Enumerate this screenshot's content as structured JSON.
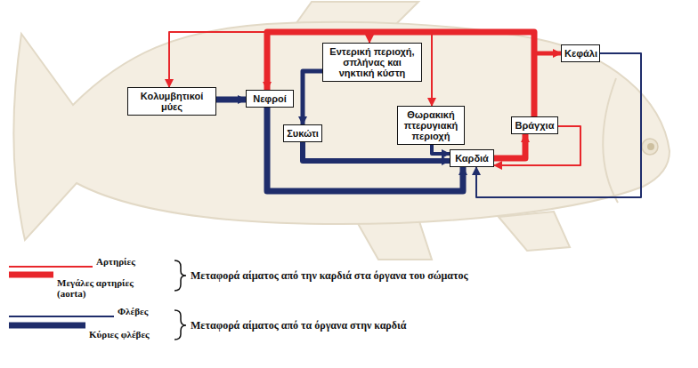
{
  "diagram": {
    "nodes": [
      {
        "text": [
          "Εντερική περιοχή, σπλήνας και νηκτική κύστη"
        ]
      },
      {
        "text": [
          "Κεφάλι"
        ]
      },
      {
        "text": [
          "Κολυμβητικοί μύες"
        ]
      },
      {
        "text": [
          "Νεφροί"
        ]
      },
      {
        "text": [
          "Θωρακική πτερυγιακή περιοχή"
        ]
      },
      {
        "text": [
          "Βράγχια"
        ]
      },
      {
        "text": [
          "Συκώτι"
        ]
      },
      {
        "text": [
          "Καρδιά"
        ]
      }
    ],
    "edges": [
      {
        "from": 7,
        "to": 5,
        "arrow": "to"
      },
      {
        "from": 5,
        "to": 1,
        "arrow": "to"
      },
      {
        "from": 5,
        "to": 3,
        "arrow": "to"
      },
      {
        "from": 5,
        "to": 0,
        "arrow": "to"
      },
      {
        "from": 5,
        "to": 4,
        "arrow": "to"
      },
      {
        "from": 5,
        "to": 2,
        "arrow": "to"
      },
      {
        "from": 5,
        "to": 7,
        "arrow": "to"
      },
      {
        "from": 2,
        "to": 3,
        "arrow": "to"
      },
      {
        "from": 3,
        "to": 7,
        "arrow": "to"
      },
      {
        "from": 0,
        "to": 6,
        "arrow": "to"
      },
      {
        "from": 6,
        "to": 7,
        "arrow": "to"
      },
      {
        "from": 4,
        "to": 7,
        "arrow": "to"
      },
      {
        "from": 1,
        "to": 7,
        "arrow": "to"
      }
    ],
    "labels": [
      "Μεταφορά αίματος από την καρδιά στα όργανα του σώματος",
      "Μεταφορά αίματος από τα όργανα στην καρδιά"
    ],
    "legend": [
      {
        "text": "Αρτηρίες"
      },
      {
        "text": "Μεγάλες αρτηρίες (aorta)"
      },
      {
        "text": "Φλέβες"
      },
      {
        "text": "Κύριες φλέβες"
      }
    ]
  }
}
